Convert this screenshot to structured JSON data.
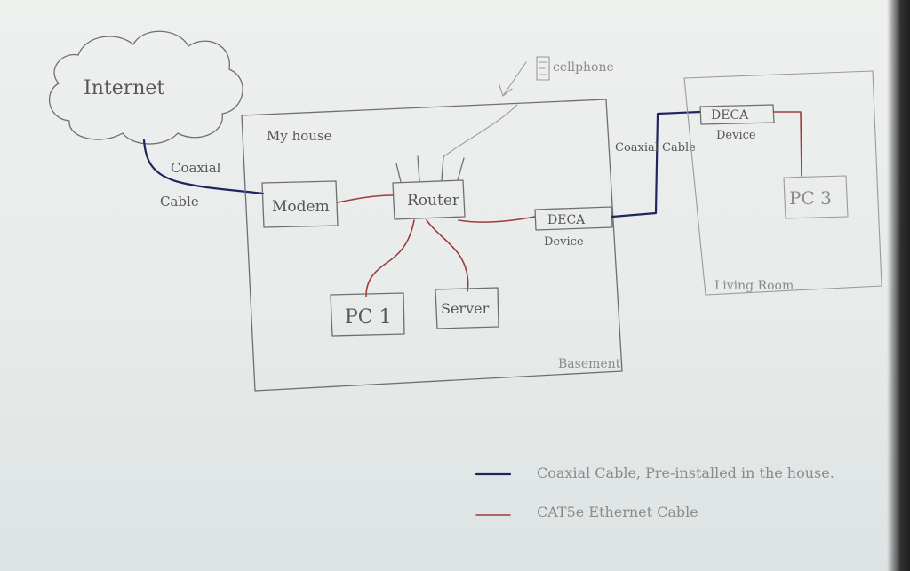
{
  "labels": {
    "internet": "Internet",
    "my_house": "My house",
    "modem": "Modem",
    "router": "Router",
    "cellphone": "cellphone",
    "pc1": "PC 1",
    "server": "Server",
    "deca_top_1": "DECA",
    "deca_bottom_1": "Device",
    "basement": "Basement",
    "coaxial_1_line1": "Coaxial",
    "coaxial_1_line2": "Cable",
    "coaxial_2_part1": "Coaxial",
    "coaxial_2_part2": "Cable",
    "deca_top_2": "DECA",
    "deca_bottom_2": "Device",
    "pc3": "PC 3",
    "living_room": "Living Room"
  },
  "legend": [
    {
      "label": "Coaxial Cable, Pre-installed in the house.",
      "color": "#1f2560"
    },
    {
      "label": "CAT5e Ethernet Cable",
      "color": "#a23a3a"
    }
  ]
}
